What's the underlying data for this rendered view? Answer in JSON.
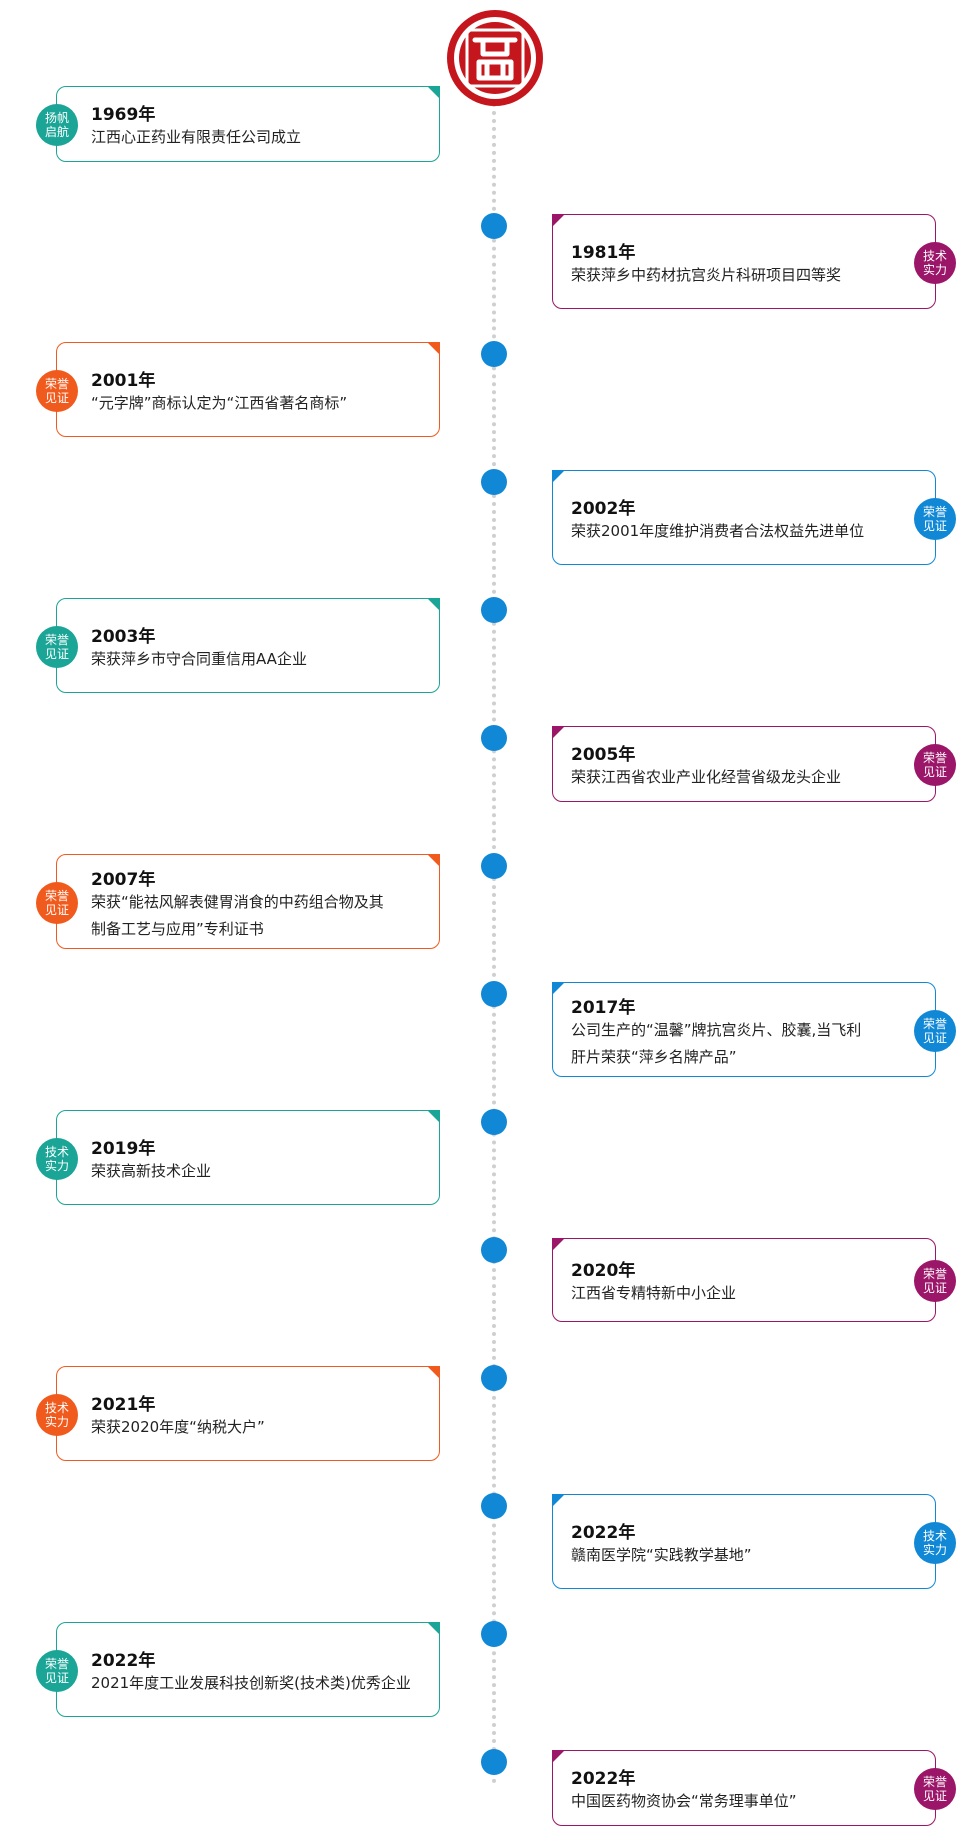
{
  "colors": {
    "teal": "#1aa596",
    "purple": "#9b1568",
    "orange": "#f15a1d",
    "blue": "#1188d6",
    "logo_red": "#c4161c",
    "node": "#1188d6",
    "axis": "#cfcfcf"
  },
  "logo": {
    "icon": "company-seal-logo"
  },
  "events": [
    {
      "side": "left",
      "color": "teal",
      "badge": [
        "扬帆",
        "启航"
      ],
      "year": "1969年",
      "lines": [
        "江西心正药业有限责任公司成立"
      ]
    },
    {
      "side": "right",
      "color": "purple",
      "badge": [
        "技术",
        "实力"
      ],
      "year": "1981年",
      "lines": [
        "荣获萍乡中药材抗宫炎片科研项目四等奖"
      ]
    },
    {
      "side": "left",
      "color": "orange",
      "badge": [
        "荣誉",
        "见证"
      ],
      "year": "2001年",
      "lines": [
        "“元字牌”商标认定为“江西省著名商标”"
      ]
    },
    {
      "side": "right",
      "color": "blue",
      "badge": [
        "荣誉",
        "见证"
      ],
      "year": "2002年",
      "lines": [
        "荣获2001年度维护消费者合法权益先进单位"
      ]
    },
    {
      "side": "left",
      "color": "teal",
      "badge": [
        "荣誉",
        "见证"
      ],
      "year": "2003年",
      "lines": [
        "荣获萍乡市守合同重信用AA企业"
      ]
    },
    {
      "side": "right",
      "color": "purple",
      "badge": [
        "荣誉",
        "见证"
      ],
      "year": "2005年",
      "lines": [
        "荣获江西省农业产业化经营省级龙头企业"
      ]
    },
    {
      "side": "left",
      "color": "orange",
      "badge": [
        "荣誉",
        "见证"
      ],
      "year": "2007年",
      "lines": [
        "荣获“能祛风解表健胃消食的中药组合物及其",
        "制备工艺与应用”专利证书"
      ]
    },
    {
      "side": "right",
      "color": "blue",
      "badge": [
        "荣誉",
        "见证"
      ],
      "year": "2017年",
      "lines": [
        "公司生产的“温馨”牌抗宫炎片、胶囊,当飞利",
        "肝片荣获“萍乡名牌产品”"
      ]
    },
    {
      "side": "left",
      "color": "teal",
      "badge": [
        "技术",
        "实力"
      ],
      "year": "2019年",
      "lines": [
        "荣获高新技术企业"
      ]
    },
    {
      "side": "right",
      "color": "purple",
      "badge": [
        "荣誉",
        "见证"
      ],
      "year": "2020年",
      "lines": [
        "江西省专精特新中小企业"
      ]
    },
    {
      "side": "left",
      "color": "orange",
      "badge": [
        "技术",
        "实力"
      ],
      "year": "2021年",
      "lines": [
        "荣获2020年度“纳税大户”"
      ]
    },
    {
      "side": "right",
      "color": "blue",
      "badge": [
        "技术",
        "实力"
      ],
      "year": "2022年",
      "lines": [
        "赣南医学院“实践教学基地”"
      ]
    },
    {
      "side": "left",
      "color": "teal",
      "badge": [
        "荣誉",
        "见证"
      ],
      "year": "2022年",
      "lines": [
        "2021年度工业发展科技创新奖(技术类)优秀企业"
      ]
    },
    {
      "side": "right",
      "color": "purple",
      "badge": [
        "荣誉",
        "见证"
      ],
      "year": "2022年",
      "lines": [
        "中国医药物资协会“常务理事单位”"
      ]
    }
  ]
}
